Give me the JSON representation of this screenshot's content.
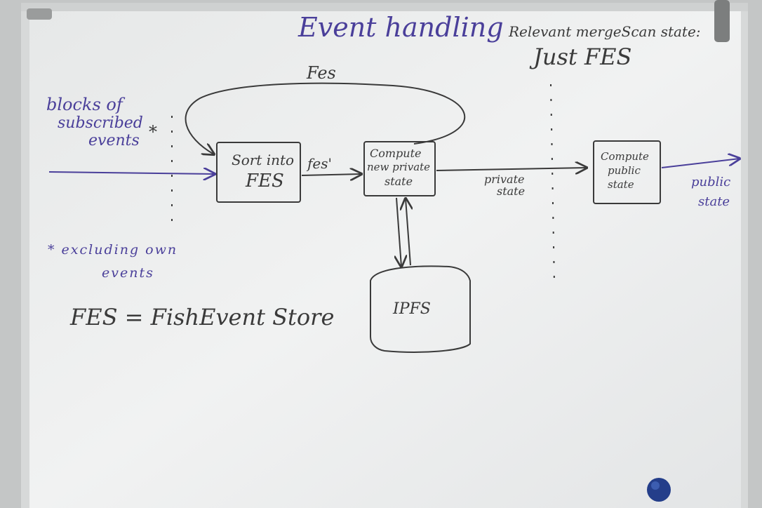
{
  "board": {
    "title": "Event handling",
    "note_top_line1": "Relevant mergeScan state:",
    "note_top_line2": "Just FES",
    "loop_label": "Fes",
    "input_label": [
      "blocks of",
      "subscribed",
      "events",
      "*"
    ],
    "footnote": [
      "* excluding own",
      "events"
    ],
    "box_sort": [
      "Sort into",
      "FES"
    ],
    "edge_fes": "fes'",
    "box_compute_private": [
      "Compute",
      "new private",
      "state"
    ],
    "edge_private": [
      "private",
      "state"
    ],
    "box_compute_public": [
      "Compute",
      "public",
      "state"
    ],
    "edge_public": [
      "public",
      "state"
    ],
    "ipfs_label": "IPFS",
    "definition": "FES = FishEvent Store"
  },
  "colors": {
    "ink_blue": "#4a3f9a",
    "ink_black": "#3a3a3a",
    "board": "#eef0f0"
  }
}
